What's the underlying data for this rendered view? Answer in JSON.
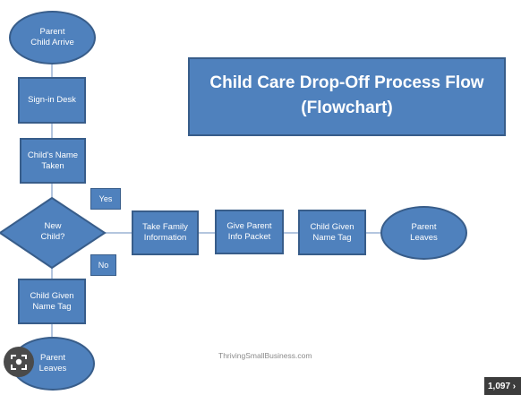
{
  "title": {
    "line1": "Child Care Drop-Off Process Flow",
    "line2": "(Flowchart)"
  },
  "nodes": {
    "parent_arrive": "Parent\nChild Arrive",
    "sign_in": "Sign-in Desk",
    "name_taken": "Child's Name\nTaken",
    "decision": "New\nChild?",
    "yes": "Yes",
    "no": "No",
    "take_info": "Take Family\nInformation",
    "give_packet": "Give Parent\nInfo Packet",
    "name_tag_right": "Child Given\nName Tag",
    "parent_leaves_right": "Parent\nLeaves",
    "name_tag_left": "Child Given\nName Tag",
    "parent_leaves_left": "Parent\nLeaves"
  },
  "credit": "ThrivingSmallBusiness.com",
  "overlay": {
    "lens_icon": "image-search-icon",
    "result_count": "1,097 ›"
  },
  "colors": {
    "fill": "#4f81bd",
    "border": "#385d8a",
    "connector": "#9bb3d4"
  }
}
